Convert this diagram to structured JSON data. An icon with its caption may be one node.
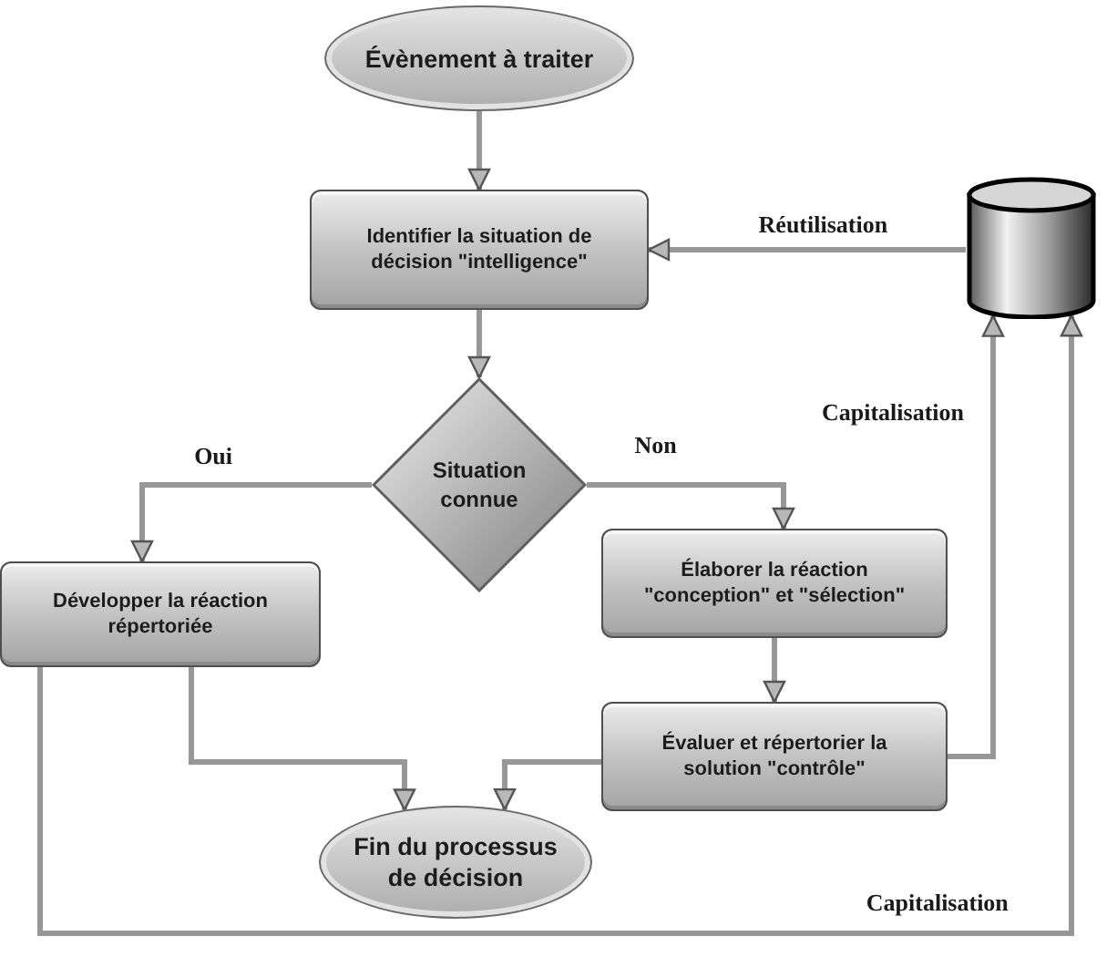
{
  "diagram": {
    "nodes": [
      {
        "text": [
          "Évènement à traiter"
        ]
      },
      {
        "text": [
          "Identifier la situation de décision \"intelligence\""
        ]
      },
      {
        "text": [
          "Situation connue"
        ]
      },
      {
        "text": [
          "Développer la réaction répertoriée"
        ]
      },
      {
        "text": [
          "Élaborer la réaction \"conception\" et \"sélection\""
        ]
      },
      {
        "text": [
          "Évaluer et répertorier la solution \"contrôle\""
        ]
      },
      {
        "text": [
          "Fin du processus de décision"
        ]
      },
      {
        "text": [],
        "shape": "cylinder"
      }
    ],
    "edges": [
      {
        "from": 0,
        "to": 1,
        "arrow": "to"
      },
      {
        "from": 1,
        "to": 2,
        "arrow": "to"
      },
      {
        "from": 2,
        "to": 3,
        "arrow": "to",
        "label": "Oui"
      },
      {
        "from": 2,
        "to": 4,
        "arrow": "to",
        "label": "Non"
      },
      {
        "from": 4,
        "to": 5,
        "arrow": "to"
      },
      {
        "from": 3,
        "to": 6,
        "arrow": "to"
      },
      {
        "from": 5,
        "to": 6,
        "arrow": "to"
      },
      {
        "from": 5,
        "to": 7,
        "arrow": "to",
        "label": "Capitalisation"
      },
      {
        "from": 3,
        "to": 7,
        "arrow": "to",
        "label": "Capitalisation"
      },
      {
        "from": 7,
        "to": 1,
        "arrow": "to",
        "label": "Réutilisation"
      }
    ]
  }
}
